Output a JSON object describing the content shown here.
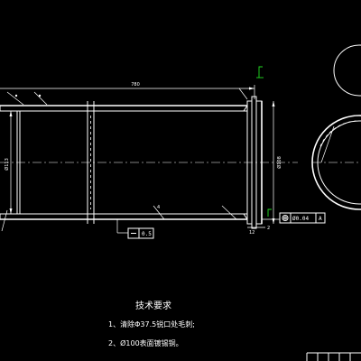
{
  "drawing": {
    "overall_length": "780",
    "diameter_label": "Ø113",
    "diameter_right": "Ø108",
    "wall_thickness": "4",
    "end_width": "12",
    "chamfer_label": "2"
  },
  "tolerance": {
    "flatness_value": "0.5",
    "concentricity_value": "Ø0.04",
    "datum": "A"
  },
  "technical_requirements": {
    "title": "技术要求",
    "items": [
      "1、清除Φ37.5锐口处毛刺;",
      "2、Ø100表面镀锡铜。"
    ]
  }
}
